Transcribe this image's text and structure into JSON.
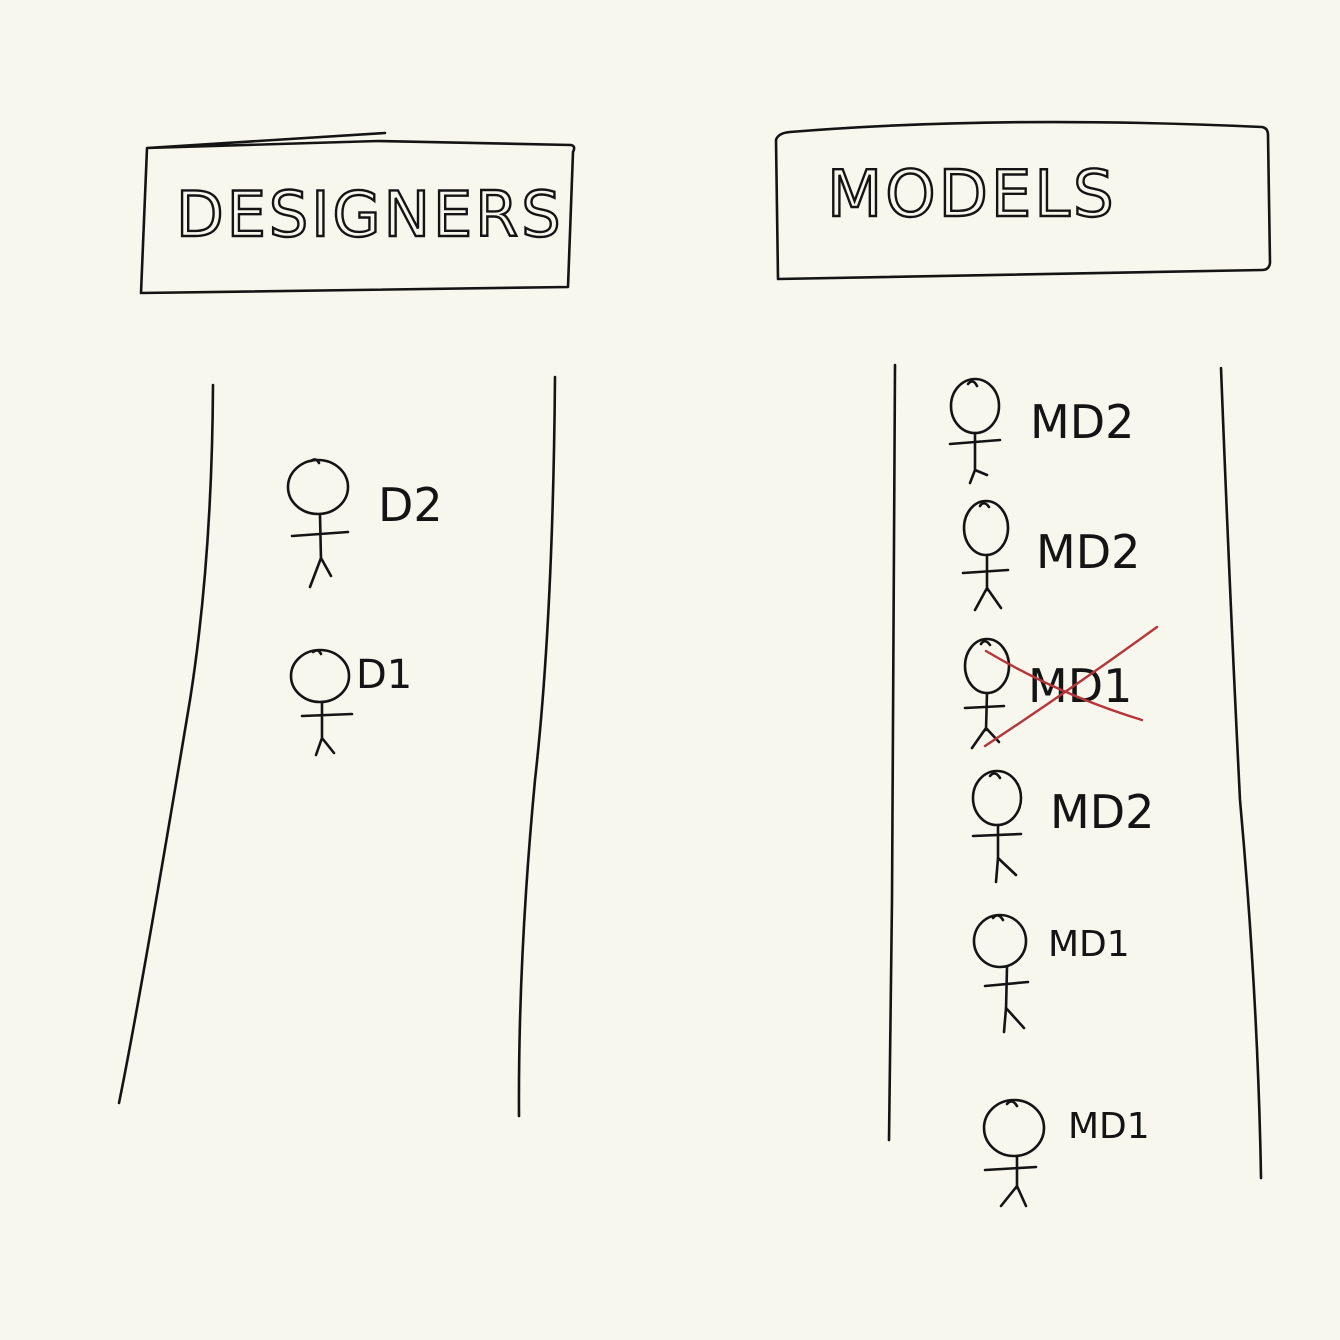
{
  "colors": {
    "background": "#f7f7ed",
    "ink": "#141414",
    "strike": "#b5353a"
  },
  "designers": {
    "header": "DESIGNERS",
    "people": [
      {
        "label": "D2",
        "crossed_out": false
      },
      {
        "label": "D1",
        "crossed_out": false
      }
    ]
  },
  "models": {
    "header": "MODELS",
    "people": [
      {
        "label": "MD2",
        "crossed_out": false
      },
      {
        "label": "MD2",
        "crossed_out": false
      },
      {
        "label": "MD1",
        "crossed_out": true
      },
      {
        "label": "MD2",
        "crossed_out": false
      },
      {
        "label": "MD1",
        "crossed_out": false
      },
      {
        "label": "MD1",
        "crossed_out": false
      }
    ]
  }
}
